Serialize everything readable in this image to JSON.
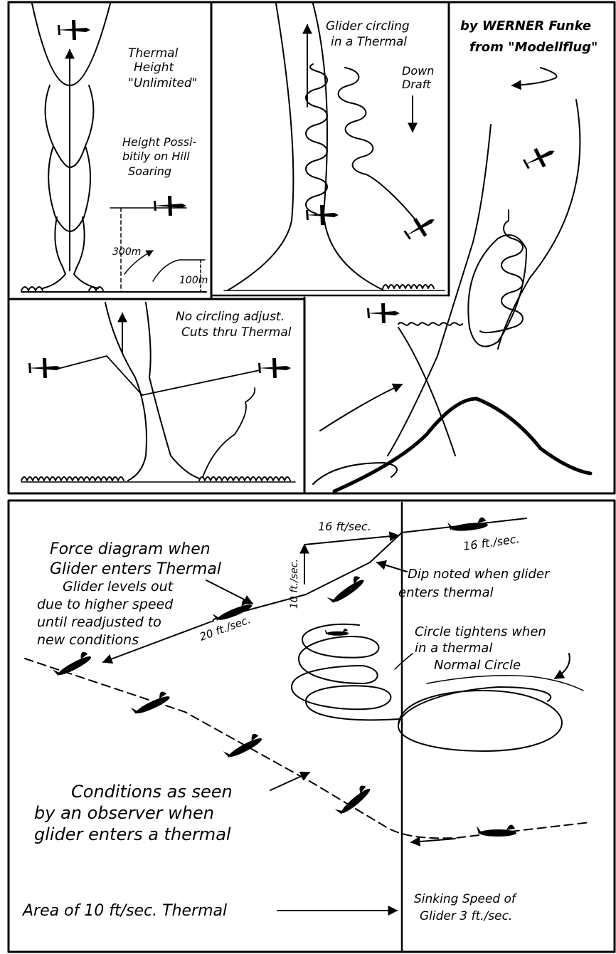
{
  "top_figure": {
    "credit_line1": "by WERNER Funke",
    "credit_line2": "from \"Modellflug\"",
    "panel_thermal_height": {
      "title_line1": "Thermal",
      "title_line2": "Height",
      "title_line3": "\"Unlimited\"",
      "hill_line1": "Height Possi-",
      "hill_line2": "bitily on Hill",
      "hill_line3": "Soaring",
      "height_300": "300m",
      "height_100": "100m"
    },
    "panel_circling": {
      "title_line1": "Glider circling",
      "title_line2": "in a Thermal",
      "downdraft_line1": "Down",
      "downdraft_line2": "Draft"
    },
    "panel_no_circling": {
      "title_line1": "No circling adjust.",
      "title_line2": "Cuts thru Thermal"
    }
  },
  "bottom_figure": {
    "force_line1": "Force diagram when",
    "force_line2": "Glider enters Thermal",
    "speed_16_top": "16 ft/sec.",
    "speed_16_right": "16 ft./sec.",
    "speed_10": "10 ft./sec.",
    "speed_20": "20 ft./sec.",
    "dip_line1": "Dip noted when glider",
    "dip_line2": "enters thermal",
    "levels_line1": "Glider levels out",
    "levels_line2": "due to higher speed",
    "levels_line3": "until readjusted to",
    "levels_line4": "new conditions",
    "circle_line1": "Circle tightens when",
    "circle_line2": "in a thermal",
    "normal_circle": "Normal Circle",
    "observer_line1": "Conditions as seen",
    "observer_line2": "by an observer when",
    "observer_line3": "glider enters a thermal",
    "sinking_line1": "Sinking Speed of",
    "sinking_line2": "Glider 3 ft./sec.",
    "area_label": "Area of 10 ft/sec. Thermal"
  }
}
